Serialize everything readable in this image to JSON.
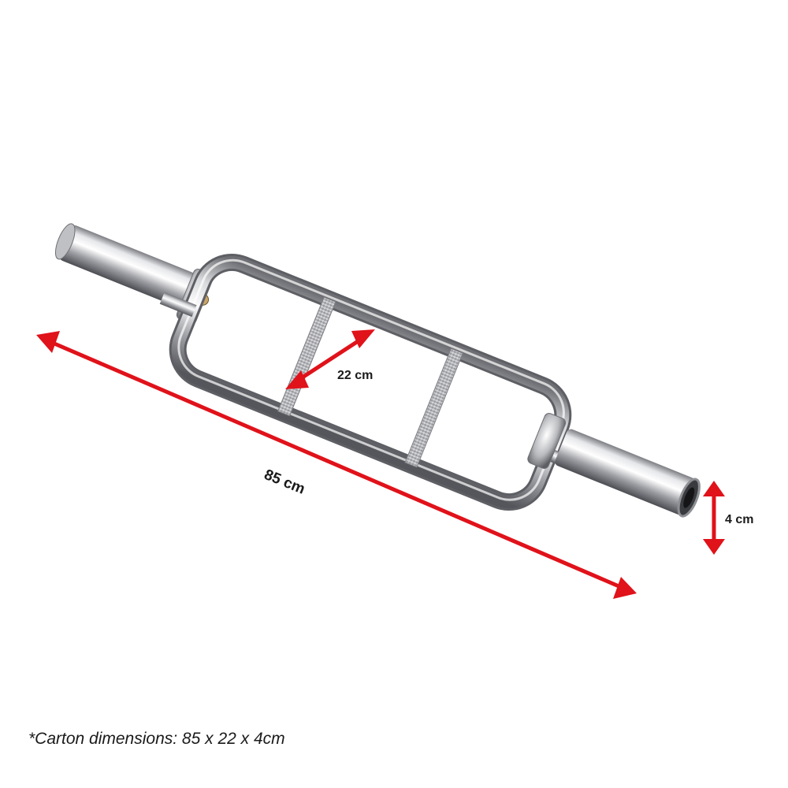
{
  "dimensions": {
    "length_label": "85 cm",
    "width_label": "22 cm",
    "height_label": "4 cm"
  },
  "carton_note": "*Carton dimensions: 85 x 22 x 4cm",
  "colors": {
    "arrow": "#e0121a",
    "chrome_light": "#f2f2f4",
    "chrome_dark": "#6e6f74",
    "text": "#1a1a1a"
  }
}
